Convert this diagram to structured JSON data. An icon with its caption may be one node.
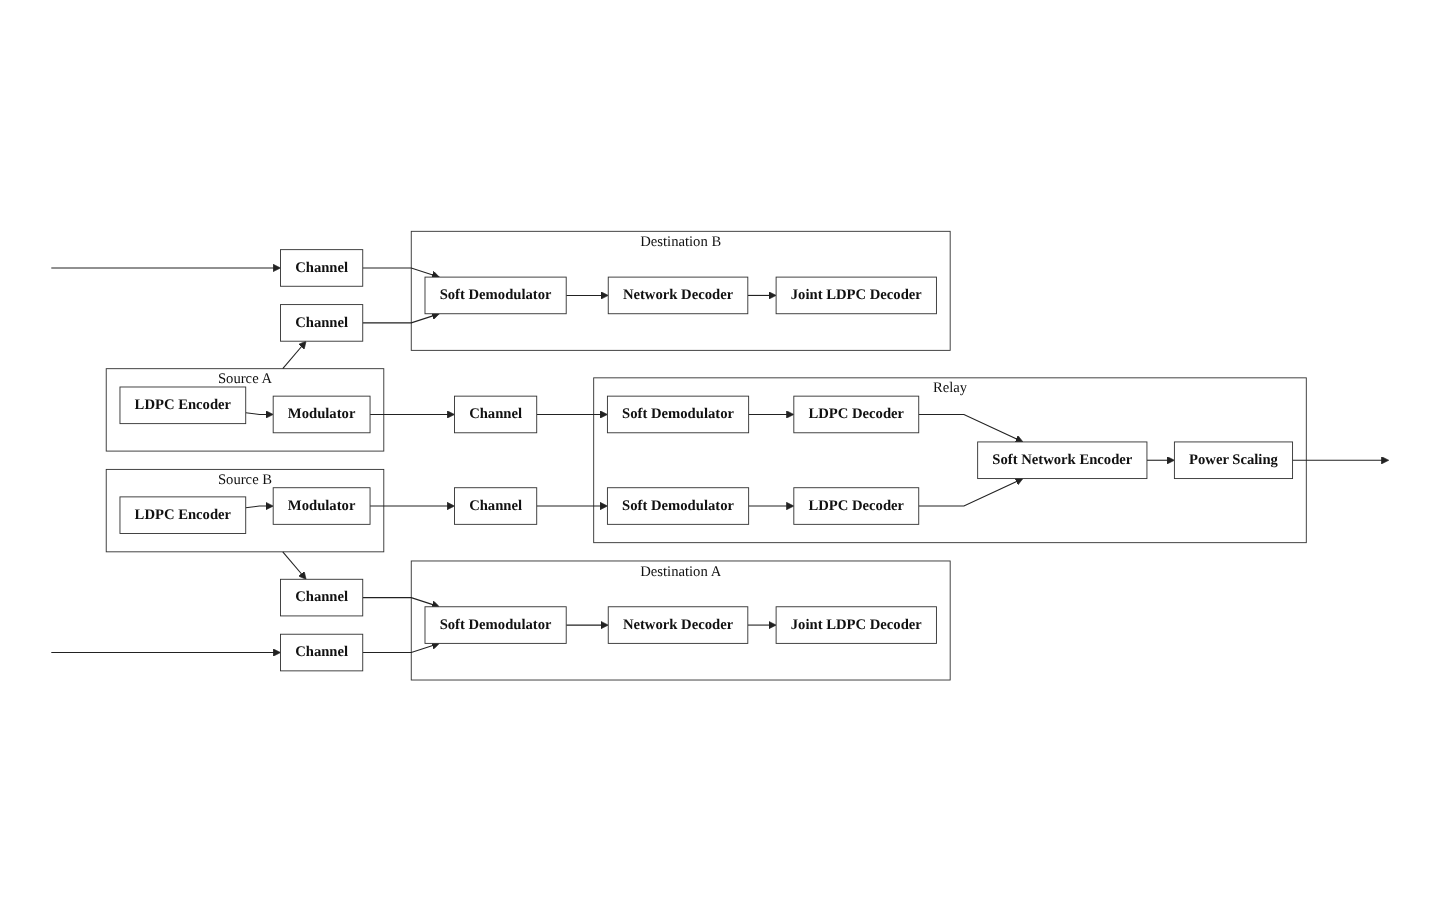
{
  "diagram": {
    "nodes": [
      {
        "text": [
          "Destination  B"
        ]
      },
      {
        "text": [
          "Joint LDPC Decoder"
        ],
        "in": 0
      },
      {
        "text": [
          "Network Decoder"
        ],
        "in": 0
      },
      {
        "text": [
          "Soft Demodulator"
        ],
        "in": 0
      },
      {
        "text": [
          "Channel"
        ]
      },
      {
        "text": [
          "Channel"
        ]
      },
      {
        "text": [
          "Source A"
        ]
      },
      {
        "text": [
          "LDPC Encoder"
        ],
        "in": 6
      },
      {
        "text": [
          "Modulator"
        ],
        "in": 6
      },
      {
        "text": [
          "Channel"
        ]
      },
      {
        "text": [
          "Relay"
        ]
      },
      {
        "text": [
          "Soft Demodulator"
        ],
        "in": 10
      },
      {
        "text": [
          "LDPC Decoder"
        ],
        "in": 10
      },
      {
        "text": [
          "Soft Network Encoder"
        ],
        "in": 10
      },
      {
        "text": [
          "Power Scaling"
        ],
        "in": 10
      },
      {
        "text": [
          "Soft Demodulator"
        ],
        "in": 10
      },
      {
        "text": [
          "LDPC Decoder"
        ],
        "in": 10
      },
      {
        "text": [
          "Source B"
        ]
      },
      {
        "text": [
          "LDPC Encoder"
        ],
        "in": 17
      },
      {
        "text": [
          "Modulator"
        ],
        "in": 17
      },
      {
        "text": [
          "Channel"
        ]
      },
      {
        "text": [
          "Channel"
        ]
      },
      {
        "text": [
          "Destination  A"
        ]
      },
      {
        "text": [
          "Joint LDPC Decoder"
        ],
        "in": 22
      },
      {
        "text": [
          "Network Decoder"
        ],
        "in": 22
      },
      {
        "text": [
          "Soft Demodulator"
        ],
        "in": 22
      },
      {
        "text": [
          "Channel"
        ]
      }
    ],
    "edges": [
      {
        "from": 3,
        "to": 2,
        "arrow": "to"
      },
      {
        "from": 2,
        "to": 1,
        "arrow": "to"
      },
      {
        "from": 4,
        "to": 3,
        "arrow": "to"
      },
      {
        "from": null,
        "to": 4,
        "arrow": "to"
      },
      {
        "from": 5,
        "to": 3,
        "arrow": "to"
      },
      {
        "from": 6,
        "to": 5,
        "arrow": "to"
      },
      {
        "from": 7,
        "to": 8,
        "arrow": "to"
      },
      {
        "from": 8,
        "to": 9,
        "arrow": "to"
      },
      {
        "from": 9,
        "to": 11,
        "arrow": "to"
      },
      {
        "from": 11,
        "to": 12,
        "arrow": "to"
      },
      {
        "from": 12,
        "to": 13,
        "arrow": "to"
      },
      {
        "from": 13,
        "to": 14,
        "arrow": "to"
      },
      {
        "from": 16,
        "to": 13,
        "arrow": "to"
      },
      {
        "from": 15,
        "to": 16,
        "arrow": "to"
      },
      {
        "from": 14,
        "to": null,
        "arrow": "to"
      },
      {
        "from": 18,
        "to": 19,
        "arrow": "to"
      },
      {
        "from": 19,
        "to": 20,
        "arrow": "to"
      },
      {
        "from": 20,
        "to": 15,
        "arrow": "to"
      },
      {
        "from": 17,
        "to": 21,
        "arrow": "to"
      },
      {
        "from": 21,
        "to": 25,
        "arrow": "to"
      },
      {
        "from": 25,
        "to": 24,
        "arrow": "to"
      },
      {
        "from": 24,
        "to": 23,
        "arrow": "to"
      },
      {
        "from": 26,
        "to": 25,
        "arrow": "to"
      },
      {
        "from": null,
        "to": 26,
        "arrow": "to"
      }
    ]
  }
}
